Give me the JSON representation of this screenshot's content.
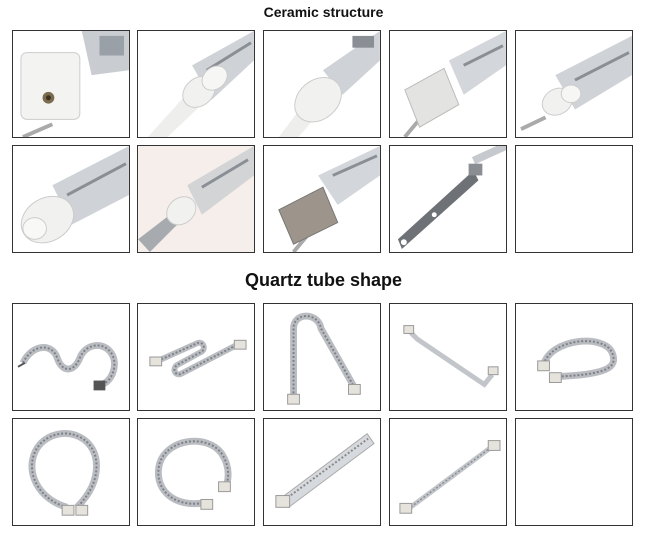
{
  "sections": [
    {
      "title": "Ceramic structure",
      "items": [
        {
          "icon": "ceramic-cap-screw-icon"
        },
        {
          "icon": "ceramic-round-collar-icon"
        },
        {
          "icon": "ceramic-cylinder-icon"
        },
        {
          "icon": "ceramic-square-block-icon"
        },
        {
          "icon": "ceramic-ring-tube-icon"
        },
        {
          "icon": "ceramic-cylinder-end-icon"
        },
        {
          "icon": "ceramic-collar-rod-icon"
        },
        {
          "icon": "ceramic-flat-block-icon"
        },
        {
          "icon": "metal-strip-bracket-icon"
        },
        {
          "icon": "empty"
        }
      ]
    },
    {
      "title": "Quartz tube shape",
      "items": [
        {
          "icon": "serpentine-tube-icon"
        },
        {
          "icon": "zigzag-tube-icon"
        },
        {
          "icon": "u-shape-tube-icon"
        },
        {
          "icon": "bent-ends-tube-icon"
        },
        {
          "icon": "arc-tube-icon"
        },
        {
          "icon": "omega-ring-tube-icon"
        },
        {
          "icon": "circle-ring-tube-icon"
        },
        {
          "icon": "twin-straight-tube-icon"
        },
        {
          "icon": "straight-tube-icon"
        },
        {
          "icon": "empty"
        }
      ]
    }
  ]
}
